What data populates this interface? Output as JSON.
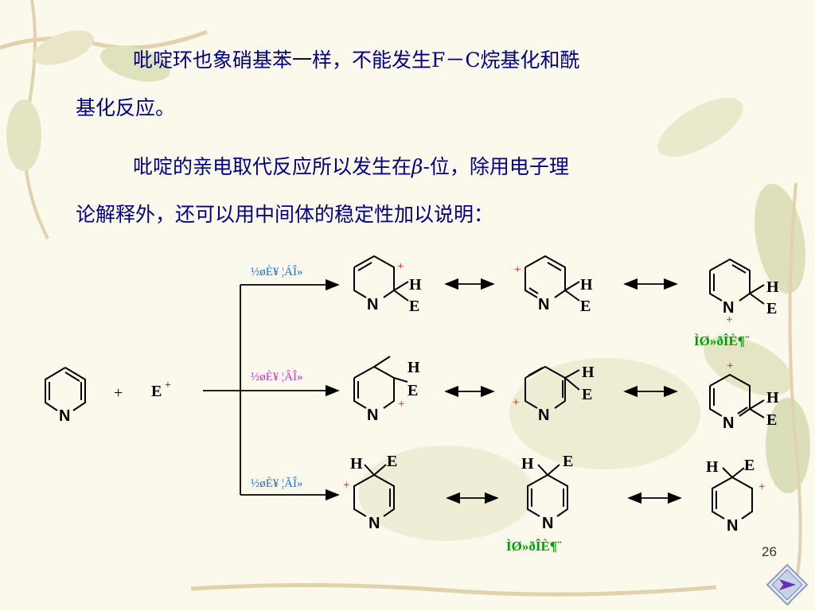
{
  "paragraphs": {
    "p1_line1": "吡啶环也象硝基苯一样，不能发生F－C烷基化和酰",
    "p1_line2": "基化反应。",
    "p2_line1_a": "吡啶的亲电取代反应所以发生在",
    "p2_beta": "β",
    "p2_line1_b": "-位，除用电子理",
    "p2_line2": "论解释外，还可以用中间体的稳定性加以说明："
  },
  "reaction": {
    "reactant_N": "N",
    "plus_sign": "+",
    "electrophile": "E",
    "electrophile_charge": "+",
    "branch_labels": [
      "½øÈ¥ ¦ÁÎ»",
      "½øÈ¥ ¦ÂÎ»",
      "½øÈ¥ ¦ÃÎ»"
    ],
    "branch_label_colors": [
      "#1a6fd6",
      "#d62ad6",
      "#1a6fd6"
    ],
    "atom_H": "H",
    "atom_E": "E",
    "charge": "+",
    "unstable_label_1": "ÌØ»ðÎÈ¶¨",
    "unstable_label_2": "ÌØ»ðÎÈ¶¨",
    "unstable_color": "#00a000"
  },
  "page_number": "26",
  "colors": {
    "text": "#000080",
    "plus": "#e00000"
  }
}
